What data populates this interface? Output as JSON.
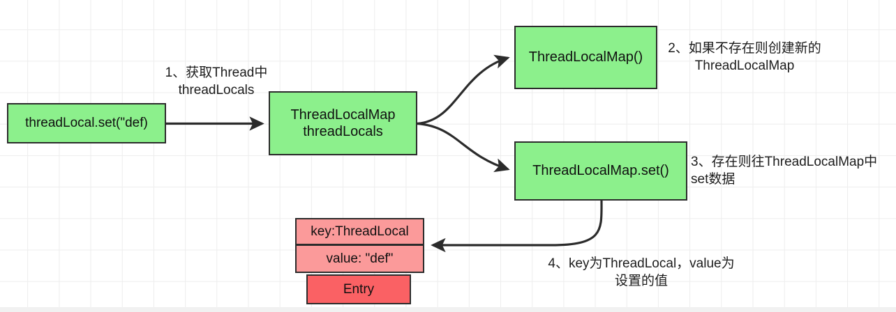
{
  "diagram": {
    "title": "ThreadLocal set flow",
    "colors": {
      "node_green": "#8cf08c",
      "entry_row_pink": "#fb9a9a",
      "entry_label_red": "#fa6164",
      "stroke": "#2b2b2b",
      "grid": "#ededed",
      "text": "#101010"
    },
    "nodes": [
      {
        "id": "set-call",
        "label": "threadLocal.set(\"def)"
      },
      {
        "id": "threadlocals",
        "label": "ThreadLocalMap\nthreadLocals"
      },
      {
        "id": "new-map",
        "label": "ThreadLocalMap()"
      },
      {
        "id": "map-set",
        "label": "ThreadLocalMap.set()"
      }
    ],
    "entry": {
      "key_row": "key:ThreadLocal",
      "value_row": "value: \"def\"",
      "type_label": "Entry"
    },
    "annotations": [
      {
        "id": "1",
        "text": "1、获取Thread中\nthreadLocals"
      },
      {
        "id": "2",
        "text": "2、如果不存在则创建新的\nThreadLocalMap"
      },
      {
        "id": "3",
        "text": "3、存在则往ThreadLocalMap中\nset数据"
      },
      {
        "id": "4",
        "text": "4、key为ThreadLocal，value为\n设置的值"
      }
    ],
    "edges": [
      {
        "id": "edge-set-to-threadlocals",
        "from": "set-call",
        "to": "threadlocals",
        "style": "straight"
      },
      {
        "id": "edge-threadlocals-to-newmap",
        "from": "threadlocals",
        "to": "new-map",
        "style": "curve"
      },
      {
        "id": "edge-threadlocals-to-mapset",
        "from": "threadlocals",
        "to": "map-set",
        "style": "curve"
      },
      {
        "id": "edge-mapset-to-entry",
        "from": "map-set",
        "to": "entry",
        "style": "curve"
      }
    ]
  }
}
